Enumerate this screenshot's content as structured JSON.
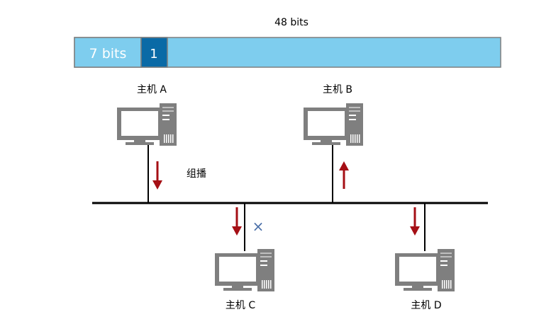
{
  "header_bar": {
    "total_label": "48 bits",
    "first_segment_label": "7 bits",
    "multicast_bit_label": "1",
    "colors": {
      "bar": "#7ecdee",
      "first_segment": "#7ecdee",
      "bit": "#0a6aa6",
      "border": "#7f7f7f",
      "text_on_bar": "#ffffff"
    }
  },
  "network": {
    "multicast_label": "组播",
    "blocked_mark": "×",
    "hosts": [
      {
        "id": "A",
        "label": "主机 A",
        "arrow": "down"
      },
      {
        "id": "B",
        "label": "主机 B",
        "arrow": "up"
      },
      {
        "id": "C",
        "label": "主机 C",
        "arrow": "down",
        "blocked": true
      },
      {
        "id": "D",
        "label": "主机 D",
        "arrow": "down"
      }
    ],
    "colors": {
      "line": "#000000",
      "arrow": "#a50f15",
      "computer": "#7f7f7f",
      "screen": "#ffffff",
      "blocked_mark": "#4a6fa8"
    }
  }
}
